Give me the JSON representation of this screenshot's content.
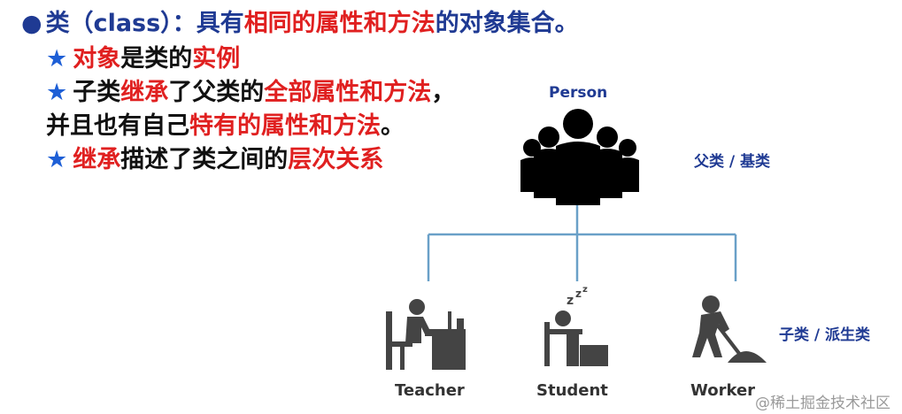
{
  "title": {
    "bullet": "●",
    "term": "类（class）：",
    "p1": "具有",
    "p2": "相同的属性和方法",
    "p3": "的对象集合。"
  },
  "bullets": [
    {
      "star": "★",
      "a": "对象",
      "b": "是类的",
      "c": "实例"
    },
    {
      "star": "★",
      "a": "子类",
      "b": "继承",
      "c": "了父类的",
      "d": "全部属性和方法",
      "e": "，"
    },
    {
      "a": "并且也有自己",
      "b": "特有的属性和方法",
      "c": "。"
    },
    {
      "star": "★",
      "a": "继承",
      "b": "描述了类之间的",
      "c": "层次关系"
    }
  ],
  "diagram": {
    "parent_label": "Person",
    "parent_caption": "父类 / 基类",
    "child_caption": "子类 / 派生类",
    "children": [
      "Teacher",
      "Student",
      "Worker"
    ]
  },
  "watermark": "@稀土掘金技术社区",
  "colors": {
    "accent_blue": "#1f3a93",
    "highlight_red": "#e02020",
    "star_blue": "#1e5fd6",
    "line": "#6aa0c8"
  },
  "icons": [
    "group-people-icon",
    "teacher-desk-icon",
    "sleeping-student-icon",
    "shoveling-worker-icon"
  ]
}
